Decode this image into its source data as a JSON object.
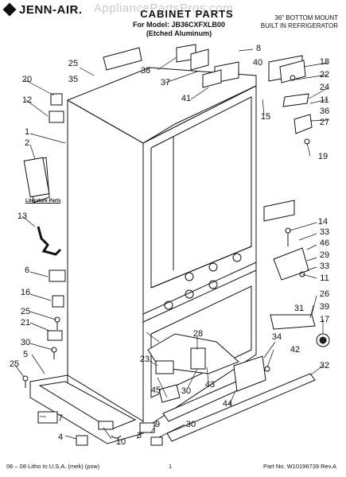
{
  "header": {
    "brand": "JENN-AIR.",
    "watermark": "AppliancePartsPros.com",
    "title": "CABINET PARTS",
    "model_line": "For Model: JB36CXFXLB00",
    "finish_line": "(Etched Aluminum)",
    "mount_line1": "36\" BOTTOM MOUNT",
    "mount_line2": "BUILT IN REFRIGERATOR"
  },
  "literature_label": "Literature Parts",
  "callouts": {
    "c25a": "25",
    "c35": "35",
    "c38": "38",
    "c37": "37",
    "c41": "41",
    "c8": "8",
    "c40": "40",
    "c18": "18",
    "c22": "22",
    "c24": "24",
    "c11a": "11",
    "c36": "36",
    "c27": "27",
    "c19": "19",
    "c15": "15",
    "c20": "20",
    "c12": "12",
    "c1": "1",
    "c2": "2",
    "c13": "13",
    "c6": "6",
    "c16": "16",
    "c25b": "25",
    "c21": "21",
    "c30a": "30",
    "c5": "5",
    "c25c": "25",
    "c7": "7",
    "c4": "4",
    "c10": "10",
    "c3": "3",
    "c9": "9",
    "c30b": "30",
    "c45": "45",
    "c23": "23",
    "c28": "28",
    "c30c": "30",
    "c43": "43",
    "c44": "44",
    "c34": "34",
    "c42": "42",
    "c32": "32",
    "c14": "14",
    "c33a": "33",
    "c46": "46",
    "c29": "29",
    "c33b": "33",
    "c11b": "11",
    "c26": "26",
    "c31": "31",
    "c39": "39",
    "c17": "17"
  },
  "footer": {
    "left": "06 – 08 Litho In U.S.A. (mek) (psw)",
    "page": "1",
    "right": "Part No. W10196739 Rev.A"
  }
}
